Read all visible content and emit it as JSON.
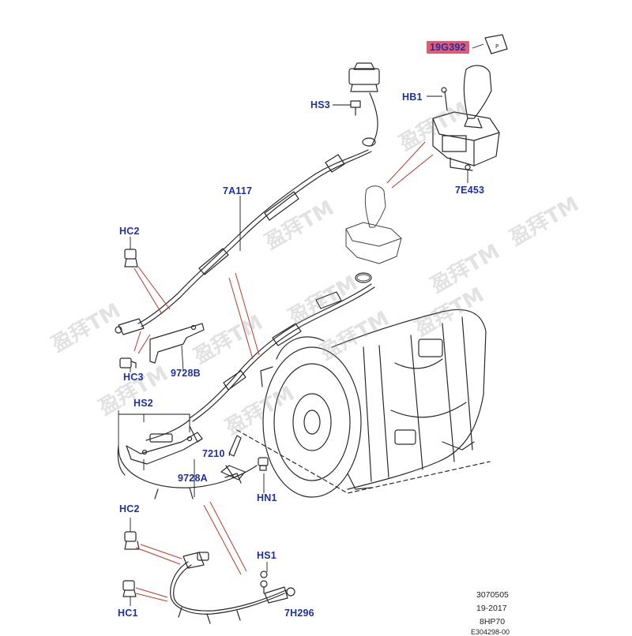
{
  "part_labels": {
    "hs3": "HS3",
    "cable_7a117": "7A117",
    "hc2_top": "HC2",
    "hc3": "HC3",
    "bracket_9728b": "9728B",
    "hs2": "HS2",
    "lever_7210": "7210",
    "bracket_9728a": "9728A",
    "hn1": "HN1",
    "hc2_bottom": "HC2",
    "hs1": "HS1",
    "hc1": "HC1",
    "cable_7h296": "7H296",
    "knob_19g392": "19G392",
    "hb1": "HB1",
    "selector_7e453": "7E453"
  },
  "reference": {
    "number": "3070505",
    "date": "19-2017",
    "transmission": "8HP70",
    "code": "E304298-00"
  },
  "watermark": "盈拜TM",
  "colors": {
    "label_blue": "#1f2fa8",
    "highlight": "#e05a70",
    "leader_red": "#c0392b",
    "line": "#2a2a2a"
  }
}
